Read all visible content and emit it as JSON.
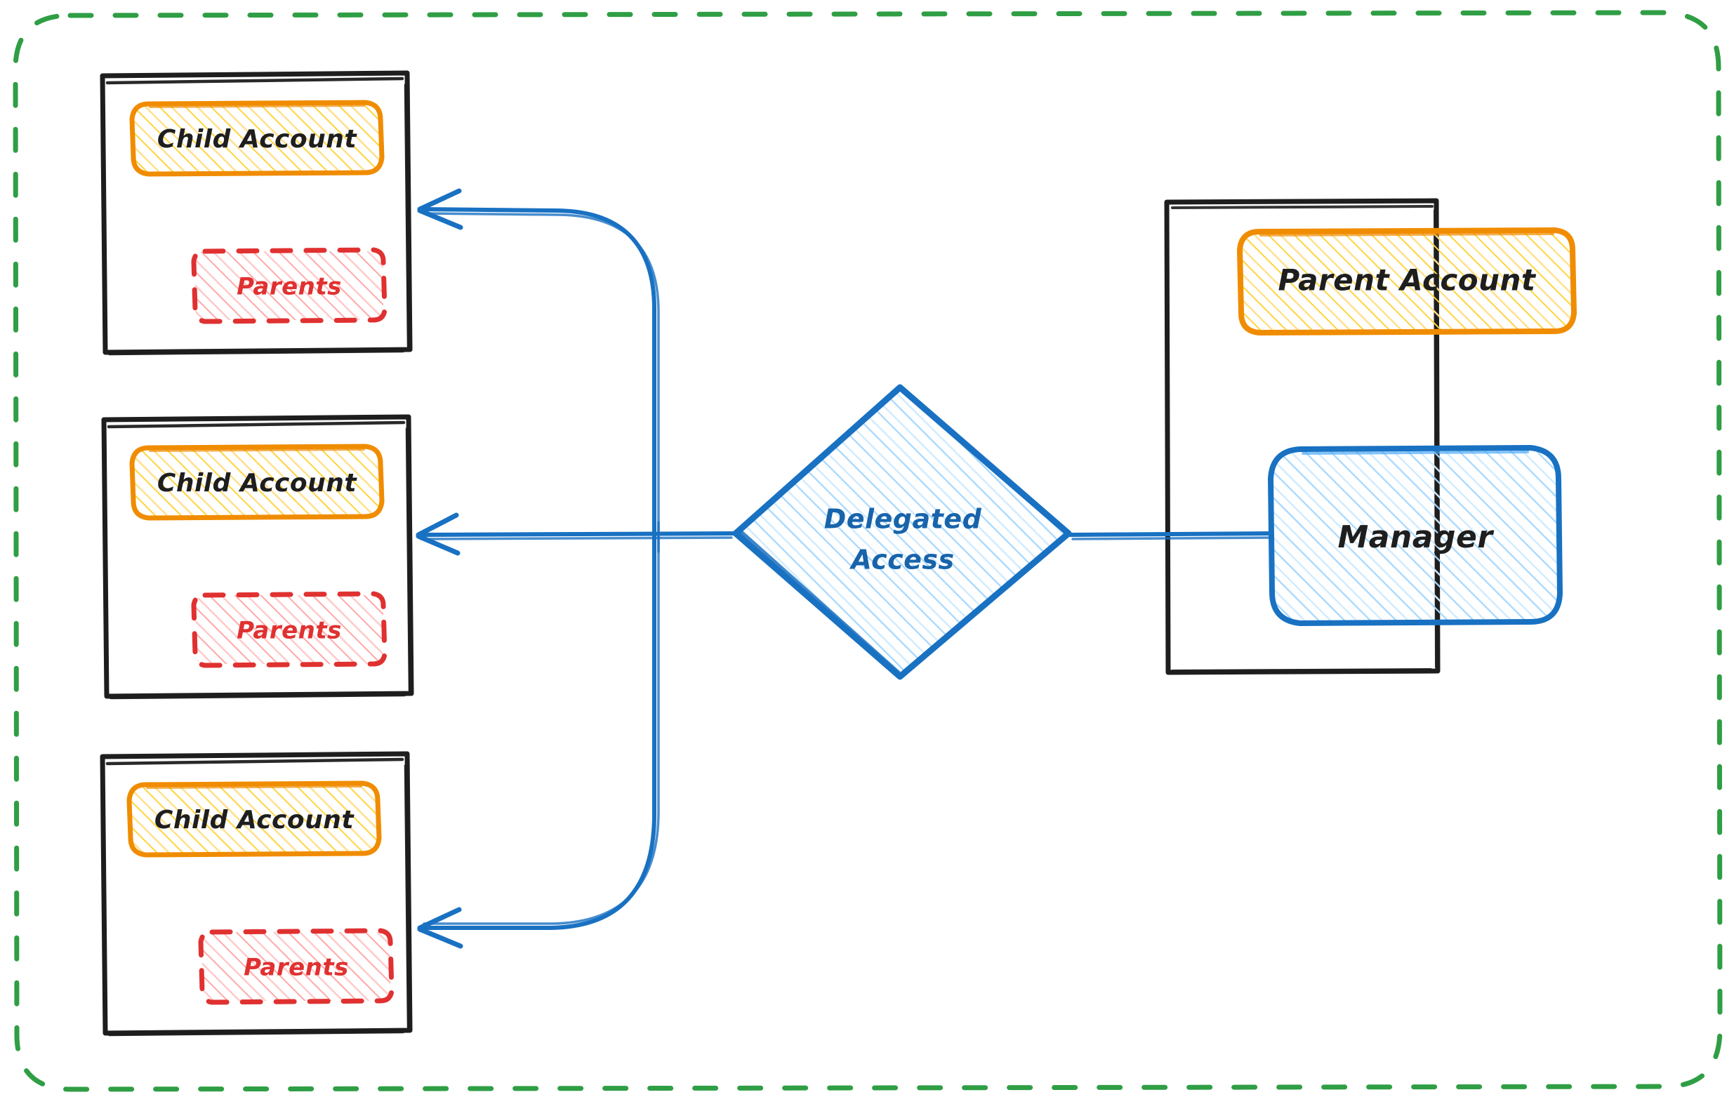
{
  "diagram": {
    "title": "Delegated Access between Parent Account and Child Accounts",
    "type": "hand-drawn-architecture-diagram",
    "boundary": {
      "name": "outer-boundary",
      "style": "dashed",
      "color": "#2f9e44"
    },
    "child_accounts": [
      {
        "container_name": "child-account-container-1",
        "account_label": "Child Account",
        "parents_label": "Parents"
      },
      {
        "container_name": "child-account-container-2",
        "account_label": "Child Account",
        "parents_label": "Parents"
      },
      {
        "container_name": "child-account-container-3",
        "account_label": "Child Account",
        "parents_label": "Parents"
      }
    ],
    "decision": {
      "label_line1": "Delegated",
      "label_line2": "Access",
      "shape": "diamond",
      "color": "#1971c2"
    },
    "parent_account": {
      "container_name": "parent-account-container",
      "account_label": "Parent Account",
      "manager_label": "Manager"
    },
    "colors": {
      "account_stroke": "#f08c00",
      "account_fill": "#ffd966",
      "parents_stroke": "#e03131",
      "parents_fill": "#ffc9c9",
      "manager_stroke": "#1971c2",
      "manager_fill": "#a5d8ff",
      "container_stroke": "#1e1e1e",
      "boundary_stroke": "#2f9e44",
      "connector_stroke": "#1971c2",
      "background": "#ffffff"
    },
    "connectors": [
      {
        "name": "connector-manager-to-delegated-access",
        "from": "Manager",
        "to": "Delegated Access",
        "arrow": false
      },
      {
        "name": "connector-delegated-access-to-child-1",
        "from": "Delegated Access",
        "to": "Child Account 1",
        "arrow": true
      },
      {
        "name": "connector-delegated-access-to-child-2",
        "from": "Delegated Access",
        "to": "Child Account 2",
        "arrow": true
      },
      {
        "name": "connector-delegated-access-to-child-3",
        "from": "Delegated Access",
        "to": "Child Account 3",
        "arrow": true
      }
    ]
  }
}
